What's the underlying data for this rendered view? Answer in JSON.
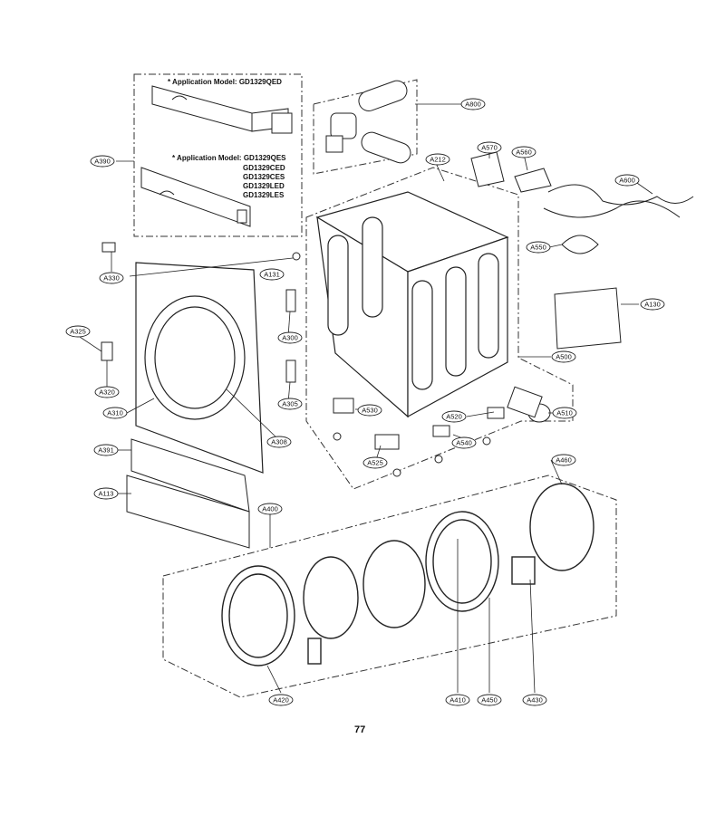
{
  "application_notes": {
    "note1": "* Application Model: GD1329QED",
    "note2_title": "* Application Model: GD1329QES",
    "note2_models": [
      "GD1329CED",
      "GD1329CES",
      "GD1329LED",
      "GD1329LES"
    ]
  },
  "parts": [
    {
      "id": "A390"
    },
    {
      "id": "A800"
    },
    {
      "id": "A212"
    },
    {
      "id": "A570"
    },
    {
      "id": "A560"
    },
    {
      "id": "A600"
    },
    {
      "id": "A330"
    },
    {
      "id": "A131"
    },
    {
      "id": "A550"
    },
    {
      "id": "A130"
    },
    {
      "id": "A325"
    },
    {
      "id": "A300"
    },
    {
      "id": "A320"
    },
    {
      "id": "A305"
    },
    {
      "id": "A500"
    },
    {
      "id": "A310"
    },
    {
      "id": "A530"
    },
    {
      "id": "A520"
    },
    {
      "id": "A510"
    },
    {
      "id": "A308"
    },
    {
      "id": "A540"
    },
    {
      "id": "A391"
    },
    {
      "id": "A525"
    },
    {
      "id": "A460"
    },
    {
      "id": "A113"
    },
    {
      "id": "A400"
    },
    {
      "id": "A420"
    },
    {
      "id": "A410"
    },
    {
      "id": "A450"
    },
    {
      "id": "A430"
    }
  ],
  "page_number": "77",
  "colors": {
    "line": "#222222",
    "fill": "#ffffff"
  }
}
